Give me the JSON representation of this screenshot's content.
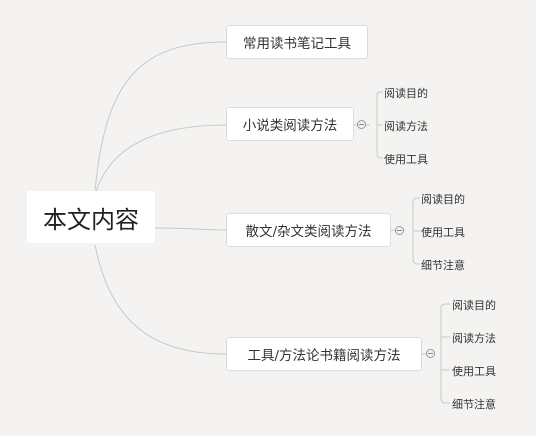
{
  "root": {
    "label": "本文内容"
  },
  "branches": [
    {
      "label": "常用读书笔记工具",
      "children": []
    },
    {
      "label": "小说类阅读方法",
      "children": [
        "阅读目的",
        "阅读方法",
        "使用工具"
      ]
    },
    {
      "label": "散文/杂文类阅读方法",
      "children": [
        "阅读目的",
        "使用工具",
        "细节注意"
      ]
    },
    {
      "label": "工具/方法论书籍阅读方法",
      "children": [
        "阅读目的",
        "阅读方法",
        "使用工具",
        "细节注意"
      ]
    }
  ],
  "colors": {
    "background": "#f4f3f1",
    "line": "#c8c8c8"
  }
}
